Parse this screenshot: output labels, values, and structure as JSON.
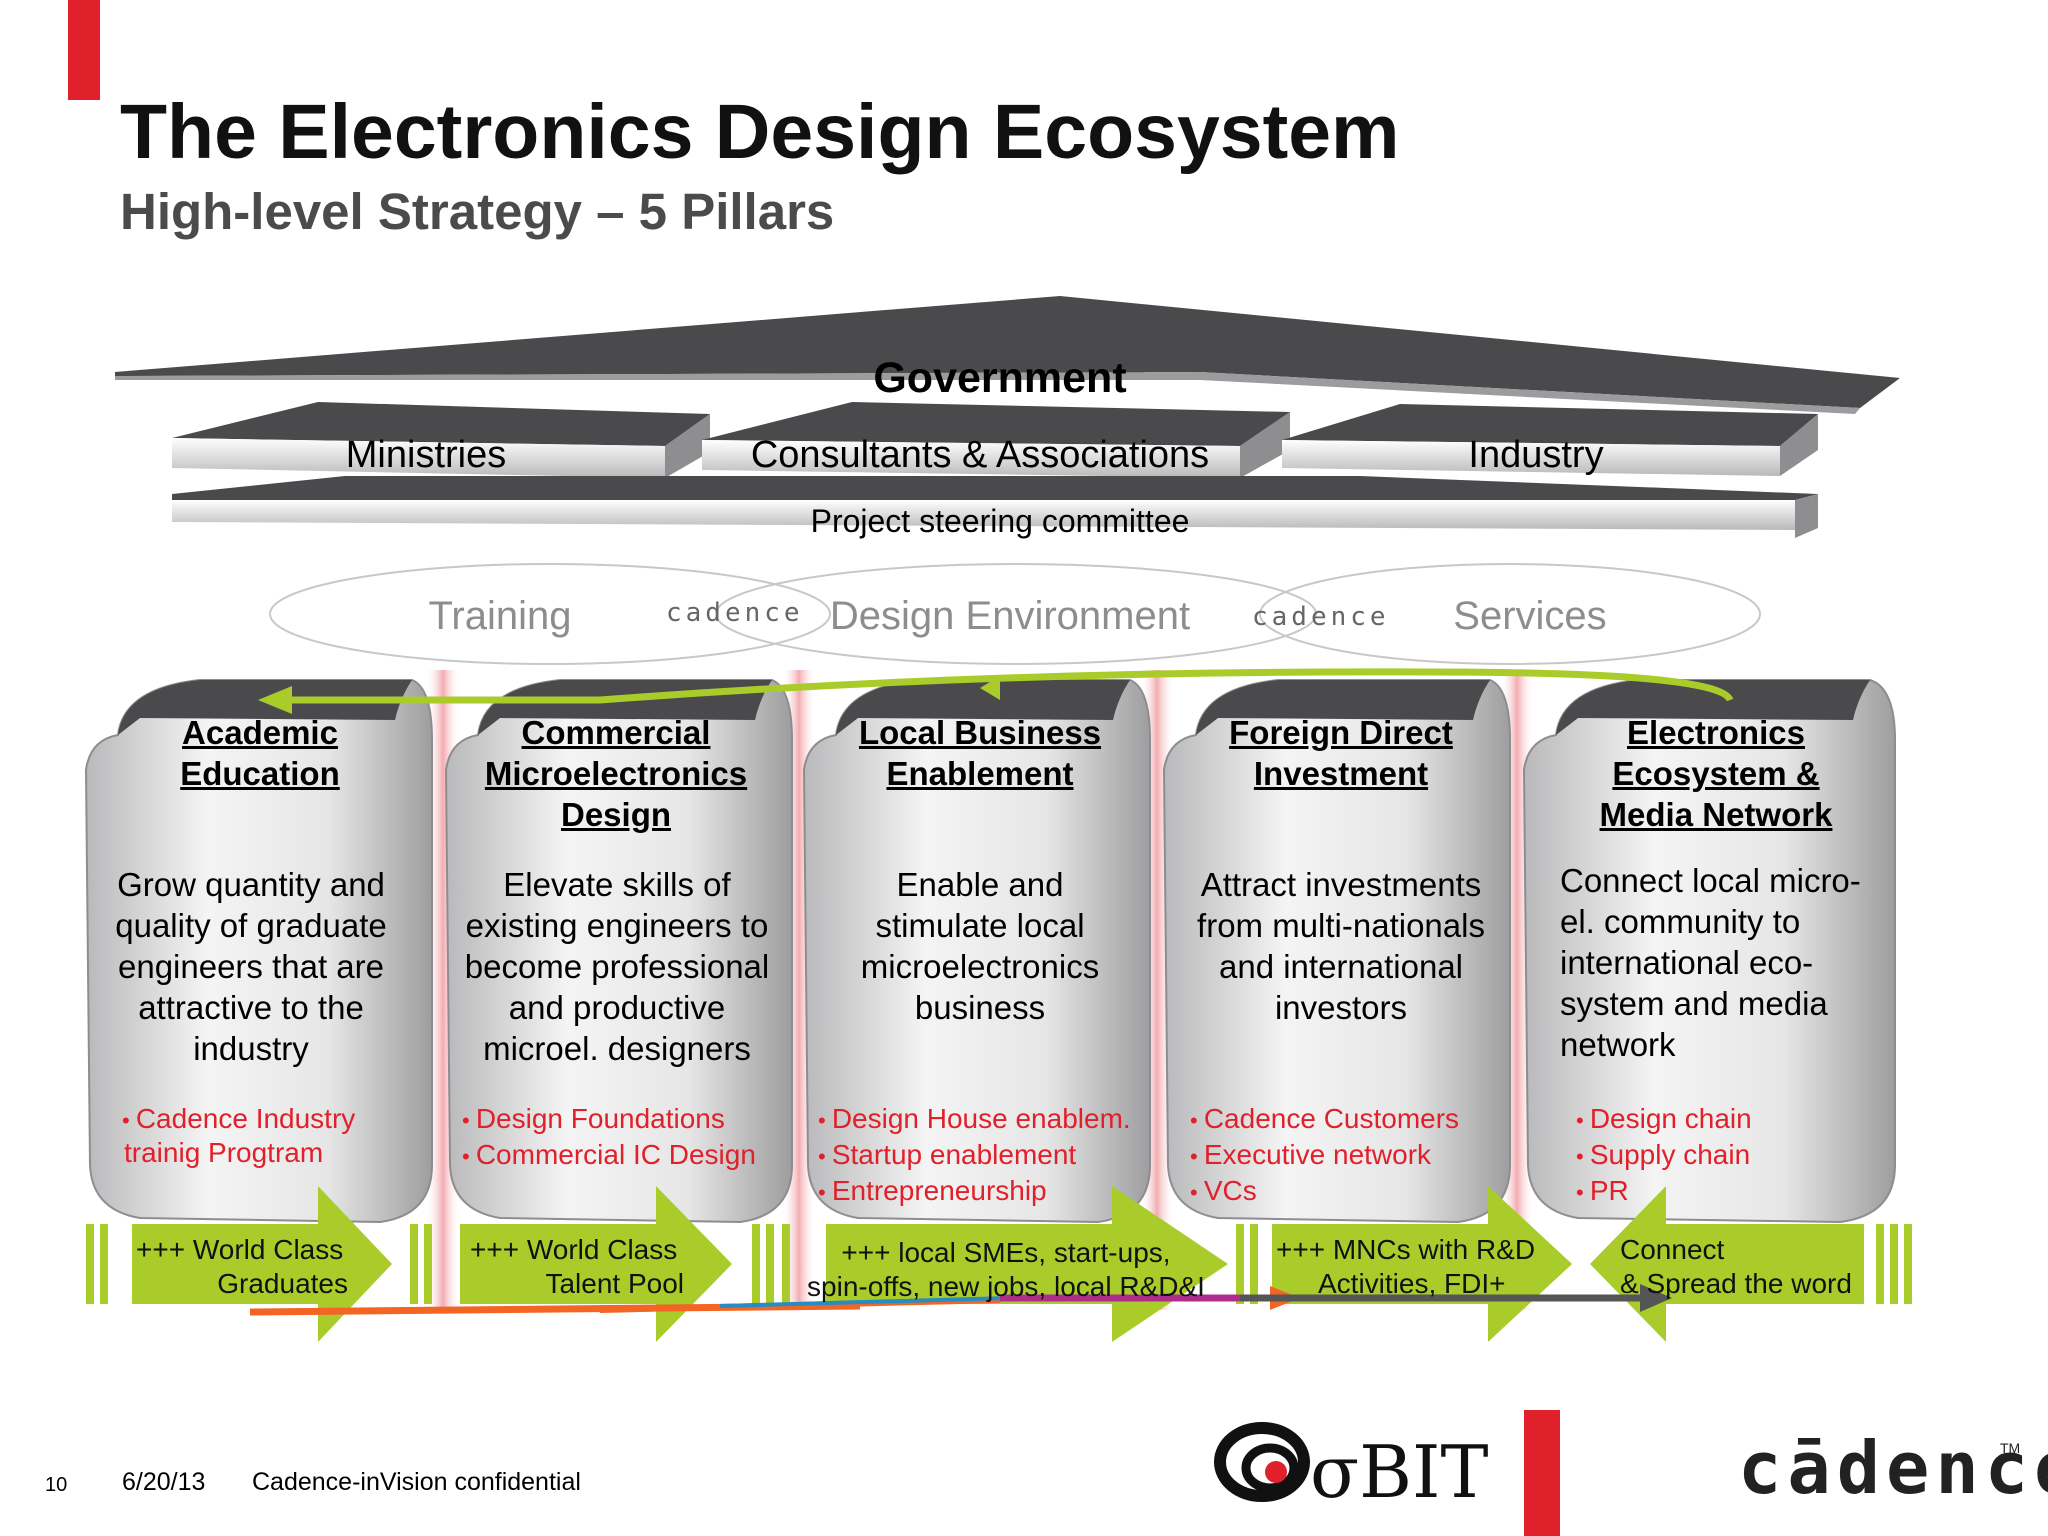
{
  "title": "The Electronics Design Ecosystem",
  "subtitle": "High-level Strategy – 5 Pillars",
  "government": {
    "label": "Government",
    "tiers": [
      "Ministries",
      "Consultants & Associations",
      "Industry"
    ],
    "steering": "Project steering committee"
  },
  "services": {
    "items": [
      "Training",
      "Design Environment",
      "Services"
    ],
    "logo_text": "cadence"
  },
  "pillars": [
    {
      "title": [
        "Academic",
        "Education"
      ],
      "desc": [
        "Grow quantity and",
        "quality of graduate",
        "engineers that are",
        "attractive to the",
        "industry"
      ],
      "bullets": [
        "Cadence  Industry"
      ],
      "bullet_cont": "trainig Progtram",
      "outcome": [
        "+++ World Class",
        "Graduates"
      ]
    },
    {
      "title": [
        "Commercial",
        "Microelectronics",
        "Design"
      ],
      "desc": [
        "Elevate skills of",
        "existing engineers to",
        "become professional",
        "and productive",
        "microel. designers"
      ],
      "bullets": [
        "Design Foundations",
        "Commercial IC Design"
      ],
      "outcome": [
        "+++ World Class",
        "Talent Pool"
      ]
    },
    {
      "title": [
        "Local Business",
        "Enablement"
      ],
      "desc": [
        "Enable and",
        "stimulate local",
        "microelectronics",
        "business"
      ],
      "bullets": [
        "Design House enablem.",
        "Startup enablement",
        "Entrepreneurship"
      ],
      "outcome": [
        "+++ local SMEs, start-ups,",
        "spin-offs, new jobs, local R&D&I"
      ]
    },
    {
      "title": [
        "Foreign Direct",
        "Investment"
      ],
      "desc": [
        "Attract investments",
        "from multi-nationals",
        "and international",
        "investors"
      ],
      "bullets": [
        "Cadence Customers",
        "Executive network",
        "VCs"
      ],
      "outcome": [
        "+++ MNCs with R&D",
        "Activities, FDI+"
      ]
    },
    {
      "title": [
        "Electronics",
        "Ecosystem &",
        "Media Network"
      ],
      "desc": [
        "Connect local micro-",
        "el. community to",
        "international eco-",
        "system and media",
        "network"
      ],
      "bullets": [
        "Design chain",
        "Supply chain",
        "PR"
      ],
      "outcome": [
        "Connect",
        "&  Spread the word"
      ]
    }
  ],
  "footer": {
    "page": "10",
    "date": "6/20/13",
    "confidential": "Cadence-inVision confidential"
  },
  "logos": {
    "obit": "σBIT",
    "cadence": "cādence",
    "tm": "TM"
  },
  "colors": {
    "accent_red": "#e0202a",
    "arrow_green": "#a9cc2a",
    "pillar_dark": "#4a4a4c",
    "orange_arrow": "#f26522"
  }
}
